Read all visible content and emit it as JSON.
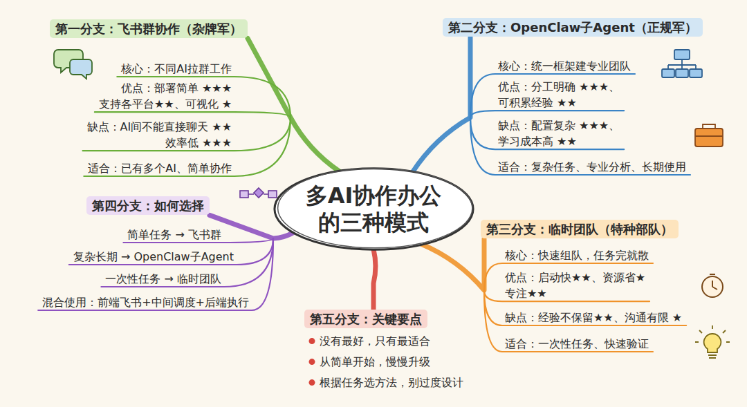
{
  "diagram": {
    "nodes": [
      {
        "text": [
          "多AI协作办公的三种模式"
        ]
      },
      {
        "text": [
          "第一分支：飞书群协作（杂牌军）"
        ]
      },
      {
        "text": [
          "第二分支：OpenClaw子Agent（正规军）"
        ]
      },
      {
        "text": [
          "第三分支：临时团队（特种部队）"
        ]
      },
      {
        "text": [
          "第四分支：如何选择"
        ]
      },
      {
        "text": [
          "第五分支：关键要点"
        ]
      }
    ],
    "edges": [
      {
        "from": 0,
        "to": 1,
        "arrow": "none"
      },
      {
        "from": 0,
        "to": 2,
        "arrow": "none"
      },
      {
        "from": 0,
        "to": 3,
        "arrow": "none"
      },
      {
        "from": 0,
        "to": 4,
        "arrow": "none"
      },
      {
        "from": 0,
        "to": 5,
        "arrow": "none"
      }
    ],
    "labels": [
      "核心：不同AI拉群工作",
      "优点：部署简单 ★★★ 支持各平台★★、可视化 ★",
      "缺点：AI间不能直接聊天 ★★ 效率低 ★★★",
      "适合：已有多个AI、简单协作",
      "核心：统一框架建专业团队",
      "优点：分工明确 ★★★、 可积累经验 ★★",
      "缺点：配置复杂 ★★★、 学习成本高 ★★",
      "适合：复杂任务、专业分析、长期使用",
      "核心：快速组队，任务完就散",
      "优点：启动快★★、资源省★ 专注★★",
      "缺点：经验不保留★★、沟通有限 ★",
      "适合：一次性任务、快速验证",
      "简单任务 → 飞书群",
      "复杂长期 → OpenClaw子Agent",
      "一次性任务 → 临时团队",
      "混合使用：前端飞书+中间调度+后端执行",
      "没有最好，只有最适合",
      "从简单开始，慢慢升级",
      "根据任务选方法，别过度设计"
    ]
  }
}
